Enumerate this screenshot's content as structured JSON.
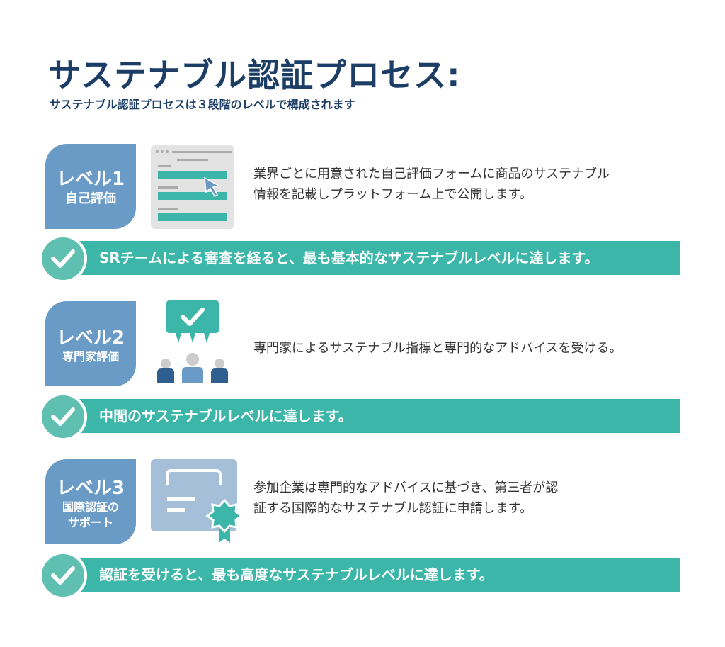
{
  "title": "サステナブル認証プロセス:",
  "subtitle": "サステナブル認証プロセスは３段階のレベルで構成されます",
  "levels": [
    {
      "name": "レベル1",
      "sub": "自己評価",
      "desc": [
        "業界ごとに用意された自己評価フォームに商品のサステナブル",
        "情報を記載しプラットフォーム上で公開します。"
      ],
      "result": "SRチームによる審査を経ると、最も基本的なサステナブルレベルに達します。"
    },
    {
      "name": "レベル2",
      "sub": "専門家評価",
      "desc": [
        "専門家によるサステナブル指標と専門的なアドバイスを受ける。"
      ],
      "result": "中間のサステナブルレベルに達します。"
    },
    {
      "name": "レベル3",
      "sub": "国際認証の",
      "sub2": "サポート",
      "desc": [
        "参加企業は専門的なアドバイスに基づき、第三者が認",
        "証する国際的なサステナブル認証に申請します。"
      ],
      "result": "認証を受けると、最も高度なサステナブルレベルに達します。"
    }
  ],
  "colors": {
    "navy": "#1c3d66",
    "blue": "#6a9bc6",
    "teal": "#3bb6a8",
    "check": "#5fc0b1"
  }
}
